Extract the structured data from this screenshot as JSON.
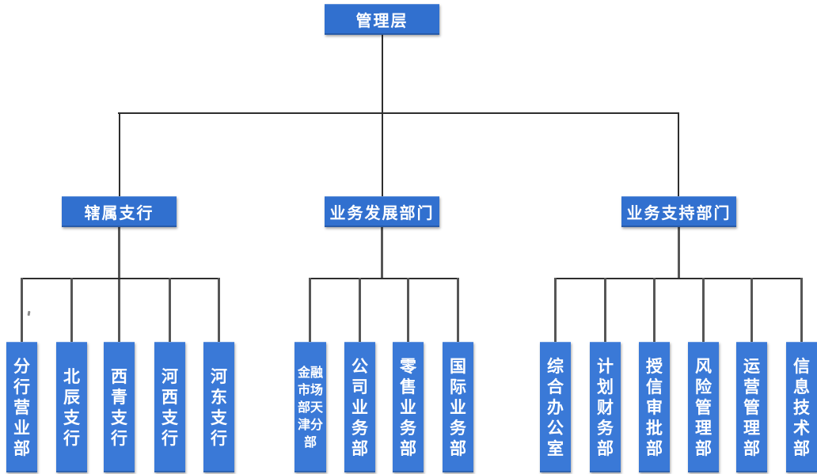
{
  "org_chart": {
    "type": "org-tree",
    "root": {
      "label": "管理层"
    },
    "groups": [
      {
        "label": "辖属支行",
        "children": [
          {
            "label": "分行营业部"
          },
          {
            "label": "北辰支行"
          },
          {
            "label": "西青支行"
          },
          {
            "label": "河西支行"
          },
          {
            "label": "河东支行"
          }
        ]
      },
      {
        "label": "业务发展部门",
        "children": [
          {
            "label": "金融市场部天津分部"
          },
          {
            "label": "公司业务部"
          },
          {
            "label": "零售业务部"
          },
          {
            "label": "国际业务部"
          }
        ]
      },
      {
        "label": "业务支持部门",
        "children": [
          {
            "label": "综合办公室"
          },
          {
            "label": "计划财务部"
          },
          {
            "label": "授信审批部"
          },
          {
            "label": "风险管理部"
          },
          {
            "label": "运营管理部"
          },
          {
            "label": "信息技术部"
          }
        ]
      }
    ],
    "colors": {
      "branch_fill": "#3170CF",
      "leaf_fill": "#3A79D7",
      "connector_dark": "#2E2E2E",
      "connector_gray": "#565656",
      "text": "#FFFFFF",
      "background": "#FFFFFF"
    }
  }
}
